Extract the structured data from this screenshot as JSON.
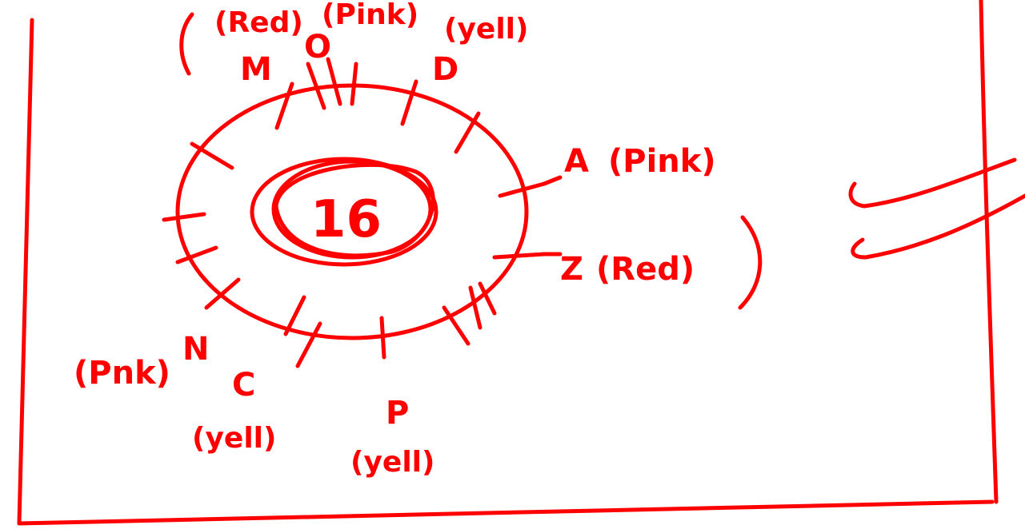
{
  "ink_color": "#ff0000",
  "background": "#ffffff",
  "center_label": "16",
  "labels": {
    "m": "M",
    "m_annot": "(Red)",
    "o": "O",
    "o_annot": "(Pink)",
    "d": "D",
    "d_annot": "(yell)",
    "a": "A",
    "a_annot": "(Pink)",
    "z": "Z",
    "z_annot": "(Red)",
    "n": "N",
    "n_annot": "(Pnk)",
    "c": "C",
    "c_annot": "(yell)",
    "p": "P",
    "p_annot": "(yell)"
  }
}
